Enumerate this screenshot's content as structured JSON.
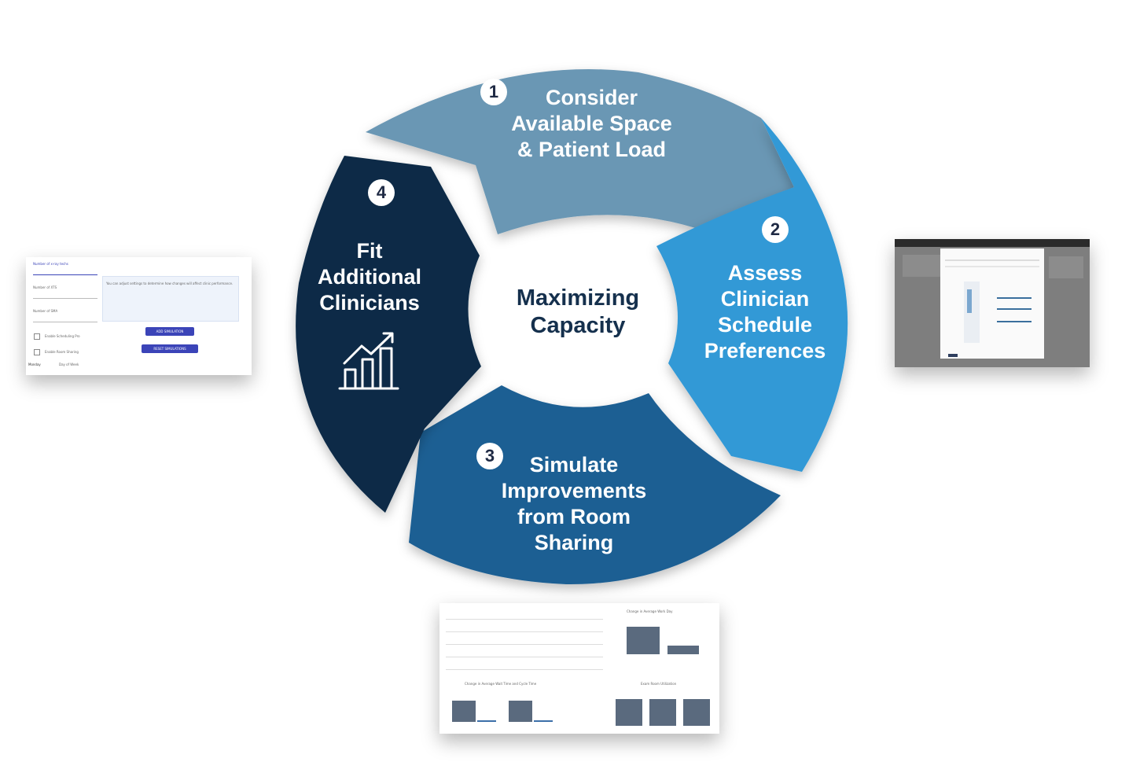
{
  "center": {
    "label": "Maximizing\nCapacity"
  },
  "steps": [
    {
      "number": "1",
      "title": "Consider\nAvailable Space\n& Patient Load",
      "color": "#6b97b4"
    },
    {
      "number": "2",
      "title": "Assess\nClinician\nSchedule\nPreferences",
      "color": "#3399d6"
    },
    {
      "number": "3",
      "title": "Simulate\nImprovements\nfrom Room\nSharing",
      "color": "#1e5f93"
    },
    {
      "number": "4",
      "title": "Fit\nAdditional\nClinicians",
      "color": "#0a2c47",
      "icon": "growth-chart-icon"
    }
  ],
  "thumbnails": {
    "settings": {
      "field1": "Number of x-ray techs",
      "field2": "Number of XTS",
      "field3": "Number of SMA",
      "check1": "Enable Scheduling Pro",
      "check2": "Enable Room Sharing",
      "note": "You can adjust settings to determine how changes will affect clinic performance.",
      "add_button": "ADD SIMULATION",
      "reset_button": "RESET SIMULATIONS",
      "day": "Monday",
      "day_label": "Day of Week"
    },
    "results": {
      "chart1_title": "Change in Average Work Day",
      "chart2_title": "Change in Average Wait Time and Cycle Time",
      "chart3_title": "Exam Room Utilization"
    }
  }
}
